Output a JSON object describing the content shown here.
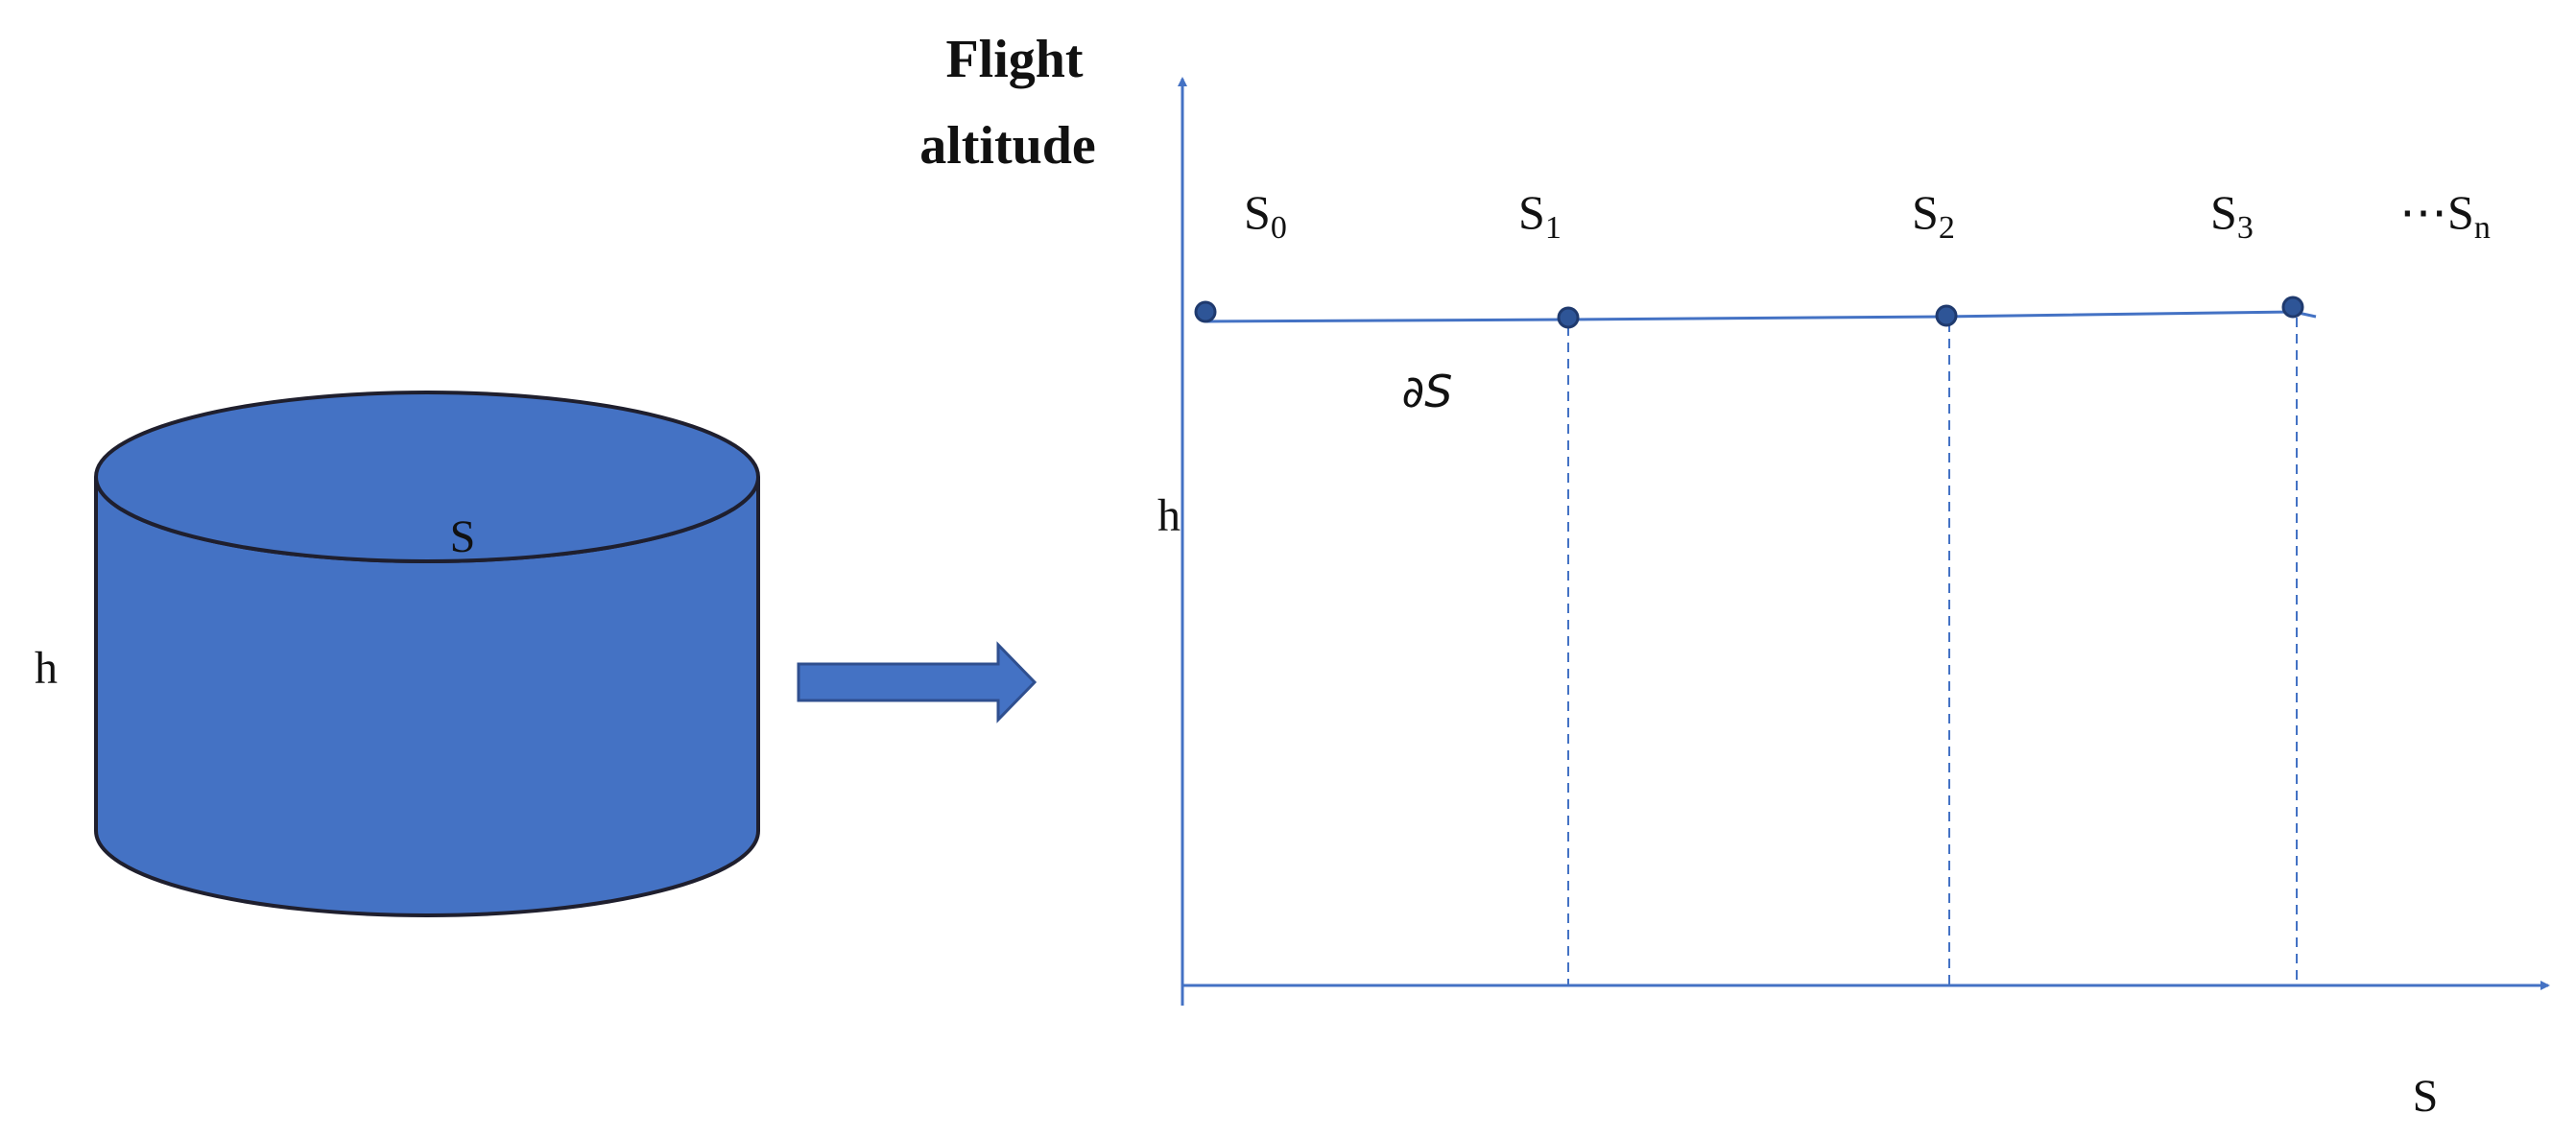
{
  "cylinder": {
    "top_label": "S",
    "side_label": "h",
    "fill_color": "#4472C4",
    "stroke_color": "#1F1F2E"
  },
  "transition_arrow": {
    "fill_color": "#4472C4"
  },
  "axes": {
    "y_title_line1": "Flight",
    "y_title_line2": "altitude",
    "x_label": "S",
    "h_label": "h",
    "color": "#4472C4"
  },
  "points": [
    {
      "base": "S",
      "sub": "0",
      "prefix": ""
    },
    {
      "base": "S",
      "sub": "1",
      "prefix": ""
    },
    {
      "base": "S",
      "sub": "2",
      "prefix": ""
    },
    {
      "base": "S",
      "sub": "3",
      "prefix": ""
    },
    {
      "base": "S",
      "sub": "n",
      "prefix": "⋯S"
    }
  ],
  "segment_label": "∂S",
  "dot_color": "#2E5597"
}
